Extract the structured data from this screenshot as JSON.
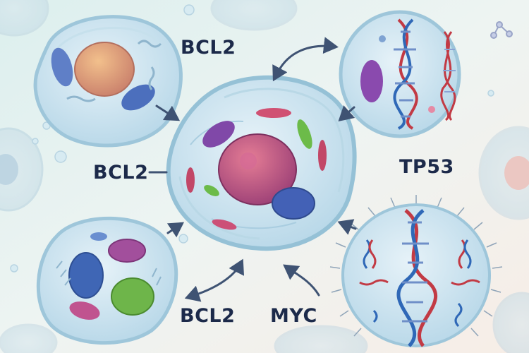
{
  "labels": {
    "top": "BCL2",
    "center": "BCL2",
    "right": "TP53",
    "bottom": "BCL2",
    "myc": "MYC"
  },
  "colors": {
    "background_left": "#e2f0f0",
    "background_right": "#f6eee8",
    "membrane": "#9ec6da",
    "cytoplasm": "#cfe6f1",
    "label_text": "#1c2a4a",
    "arrow": "#3f5373",
    "dna_blue": "#2f68b7",
    "dna_red": "#c23a44"
  }
}
